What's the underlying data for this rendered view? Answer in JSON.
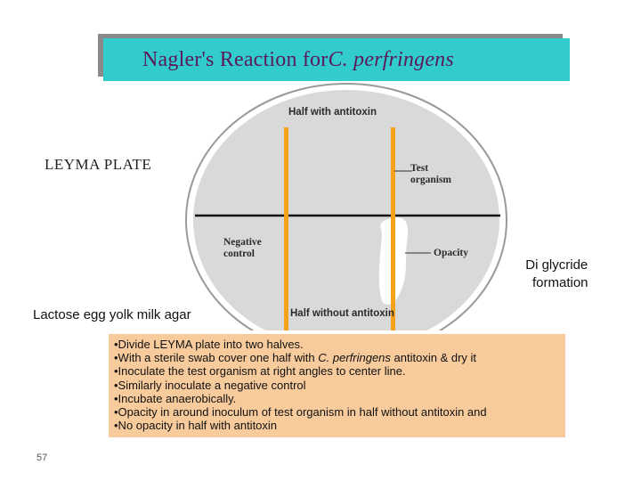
{
  "title": {
    "main": "Nagler's Reaction for ",
    "italic": "C. perfringens"
  },
  "plate_label": "LEYMA PLATE",
  "plate": {
    "half_with": "Half with antitoxin",
    "half_without": "Half without antitoxin",
    "test_organism": [
      "Test",
      "organism"
    ],
    "negative_control": [
      "Negative",
      "control"
    ],
    "opacity": "Opacity"
  },
  "annotations": {
    "diglyceride": [
      "Di glycride",
      "formation"
    ],
    "medium": "Lactose egg yolk milk agar"
  },
  "bullets": [
    {
      "pre": "•Divide LEYMA plate into two halves.",
      "em": "",
      "post": ""
    },
    {
      "pre": "•With a sterile swab cover one half with ",
      "em": "C. perfringens",
      "post": " antitoxin & dry it"
    },
    {
      "pre": "•Inoculate the test organism at right angles to center line.",
      "em": "",
      "post": ""
    },
    {
      "pre": "•Similarly inoculate a negative control",
      "em": "",
      "post": ""
    },
    {
      "pre": "•Incubate anaerobically.",
      "em": "",
      "post": ""
    },
    {
      "pre": "•Opacity in around inoculum of test organism in half without antitoxin  and",
      "em": "",
      "post": ""
    },
    {
      "pre": "•No opacity in half with antitoxin",
      "em": "",
      "post": ""
    }
  ],
  "page_number": "57",
  "colors": {
    "title_bg": "#33cccc",
    "title_text": "#5a1a5a",
    "plate_fill": "#d9d9d9",
    "streak": "#f5a21a",
    "bullets_bg": "#f8cb9c"
  }
}
